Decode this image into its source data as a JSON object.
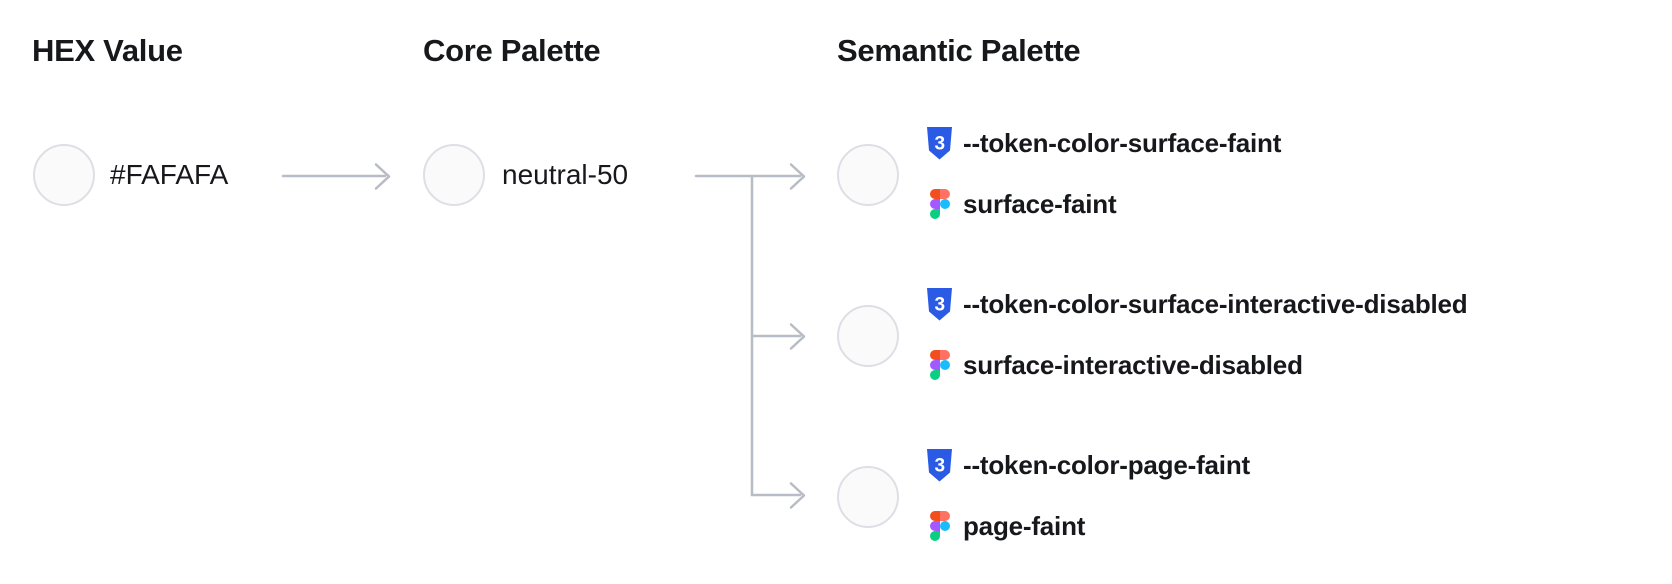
{
  "diagram": {
    "columns": [
      {
        "title": "HEX Value"
      },
      {
        "title": "Core Palette"
      },
      {
        "title": "Semantic Palette"
      }
    ],
    "hex": {
      "value": "#FAFAFA"
    },
    "core": {
      "name": "neutral-50"
    },
    "semantic_rows": [
      {
        "css_token": "--token-color-surface-faint",
        "figma_name": "surface-faint"
      },
      {
        "css_token": "--token-color-surface-interactive-disabled",
        "figma_name": "surface-interactive-disabled"
      },
      {
        "css_token": "--token-color-page-faint",
        "figma_name": "page-faint"
      }
    ]
  },
  "icons": {
    "css": {
      "name": "css3-badge-icon",
      "glyph": "3"
    },
    "figma": {
      "name": "figma-logo-icon"
    }
  },
  "colors": {
    "swatch_fill": "#FAFAFA",
    "swatch_border": "#DDDFE5",
    "connector": "#B8BCC6",
    "text": "#17181C",
    "css_badge_blue": "#2B5BE4",
    "figma_orange": "#F24E1E",
    "figma_salmon": "#FF7262",
    "figma_purple": "#A259FF",
    "figma_blue": "#1ABCFE",
    "figma_green": "#0ACF83"
  }
}
